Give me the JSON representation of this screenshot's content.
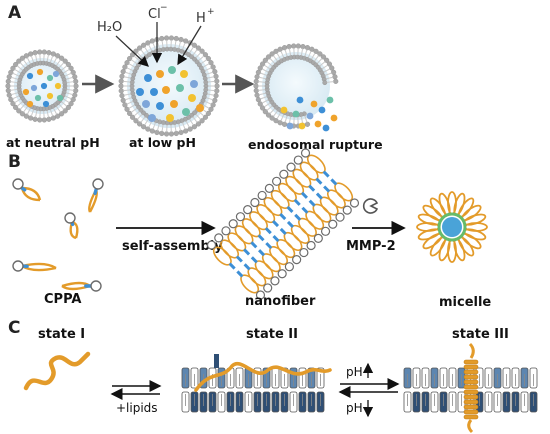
{
  "panels": {
    "a": {
      "letter": "A",
      "labels": [
        "at neutral pH",
        "at low pH",
        "endosomal rupture"
      ],
      "ions": {
        "water": "H₂O",
        "chloride": "Cl",
        "chloride_sup": "−",
        "proton": "H",
        "proton_sup": "+"
      }
    },
    "b": {
      "letter": "B",
      "labels": {
        "monomer": "CPPA",
        "assembly": "nanofiber",
        "micelle": "micelle"
      },
      "arrows": {
        "self_assembly": "self-assembly",
        "enzyme": "MMP-2"
      }
    },
    "c": {
      "letter": "C",
      "states": [
        "state I",
        "state II",
        "state III"
      ],
      "arrows": {
        "lipids": "+lipids",
        "ph_up": "pH",
        "ph_down": "pH"
      }
    }
  },
  "colors": {
    "lipid_head": "#a9a9a9",
    "lipid_tail": "#c9c9c9",
    "peptide_orange": "#e39b2a",
    "peptide_blue": "#3d8fd6",
    "cargo": [
      "#3d8fd6",
      "#f0a32b",
      "#6cc0a9",
      "#f2c230",
      "#7ea6d9"
    ],
    "micelle_core": "#4aa3d8",
    "micelle_ring": "#66bb6a",
    "membrane_dark": "#2f4f75",
    "membrane_mid": "#5d86b0"
  }
}
